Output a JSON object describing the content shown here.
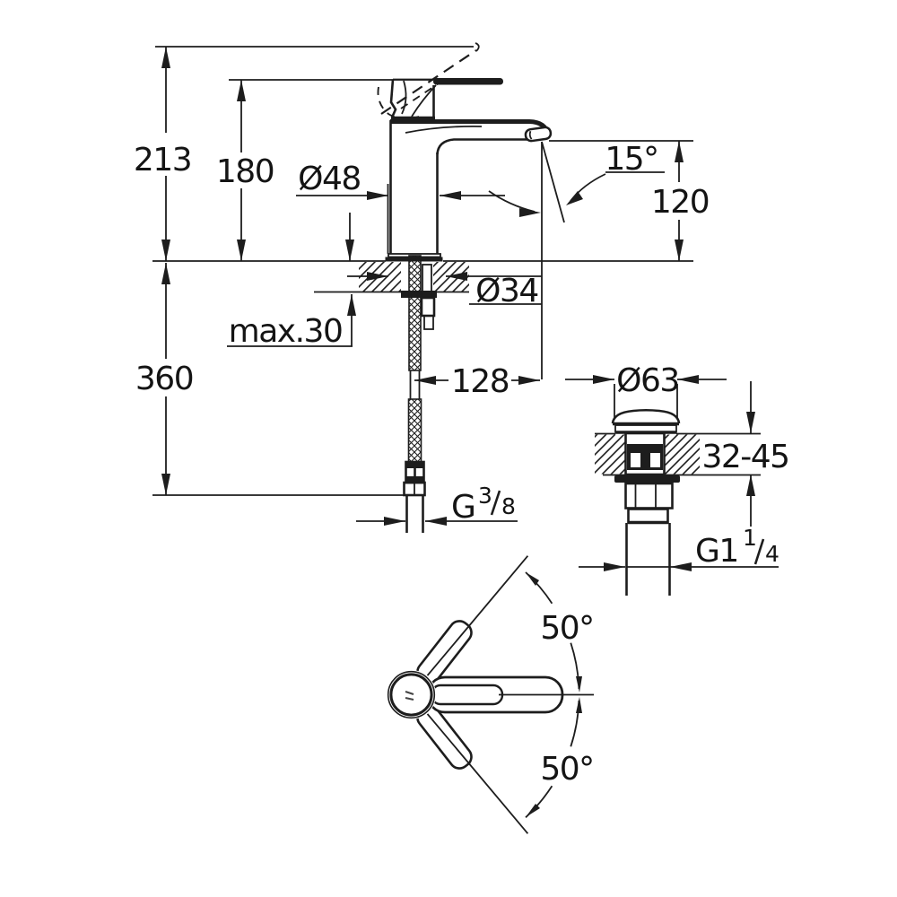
{
  "drawing_title": "single-lever-basin-mixer-dimension-drawing",
  "colors": {
    "line": "#1d1d1d",
    "background": "#ffffff"
  },
  "labels": {
    "height_overall": "213",
    "height_body": "180",
    "base_diameter": "Ø48",
    "spout_angle": "15°",
    "spout_outlet_height": "120",
    "mounting_hole_diameter": "Ø34",
    "max_mounting_thickness": "max.30",
    "supply_hose_drop": "360",
    "spout_projection": "128",
    "supply_thread": {
      "prefix": "G",
      "numerator": "3",
      "slash": "/",
      "denominator": "8"
    },
    "waste_cap_diameter": "Ø63",
    "waste_mounting_range": "32-45",
    "waste_thread": {
      "prefix": "G1",
      "numerator": "1",
      "slash": "/",
      "denominator": "4"
    },
    "handle_swing_upper": "50°",
    "handle_swing_lower": "50°"
  }
}
